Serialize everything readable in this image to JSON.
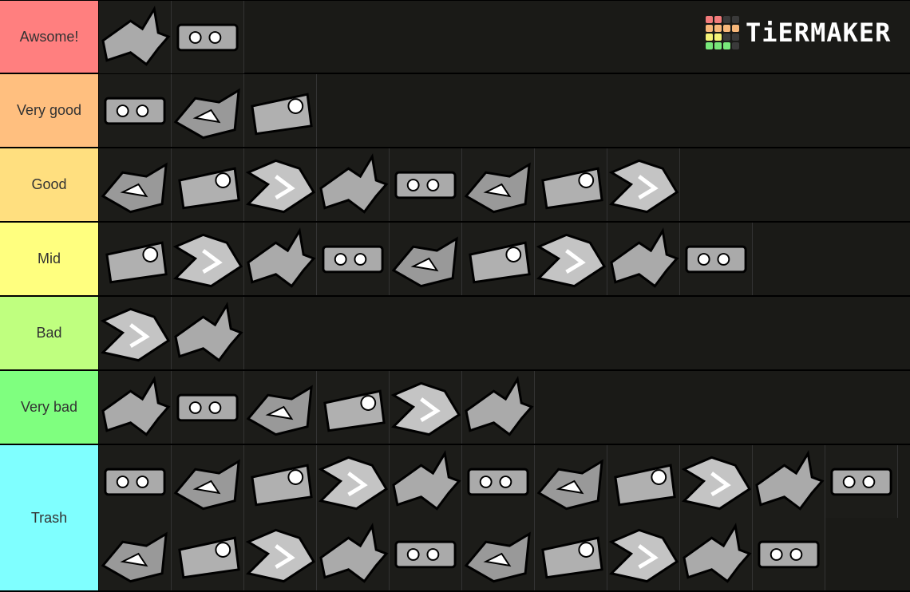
{
  "logo": {
    "text": "TiERMAKER",
    "grid_colors": [
      "#f27b7b",
      "#f27b7b",
      "#3a3a3a",
      "#3a3a3a",
      "#f7b77a",
      "#f7b77a",
      "#f7b77a",
      "#f7b77a",
      "#f4f277",
      "#f4f277",
      "#3a3a3a",
      "#3a3a3a",
      "#78e87a",
      "#78e87a",
      "#78e87a",
      "#3a3a3a"
    ]
  },
  "tiers": [
    {
      "label": "Awsome!",
      "color": "#ff7f7f",
      "item_count": 2,
      "height": 93
    },
    {
      "label": "Very good",
      "color": "#ffbf7f",
      "item_count": 3,
      "height": 93
    },
    {
      "label": "Good",
      "color": "#ffdf7f",
      "item_count": 8,
      "height": 93
    },
    {
      "label": "Mid",
      "color": "#ffff7f",
      "item_count": 9,
      "height": 93
    },
    {
      "label": "Bad",
      "color": "#bfff7f",
      "item_count": 2,
      "height": 93
    },
    {
      "label": "Very bad",
      "color": "#7fff7f",
      "item_count": 6,
      "height": 93
    },
    {
      "label": "Trash",
      "color": "#7fffff",
      "item_count": 21,
      "height": 184
    }
  ]
}
